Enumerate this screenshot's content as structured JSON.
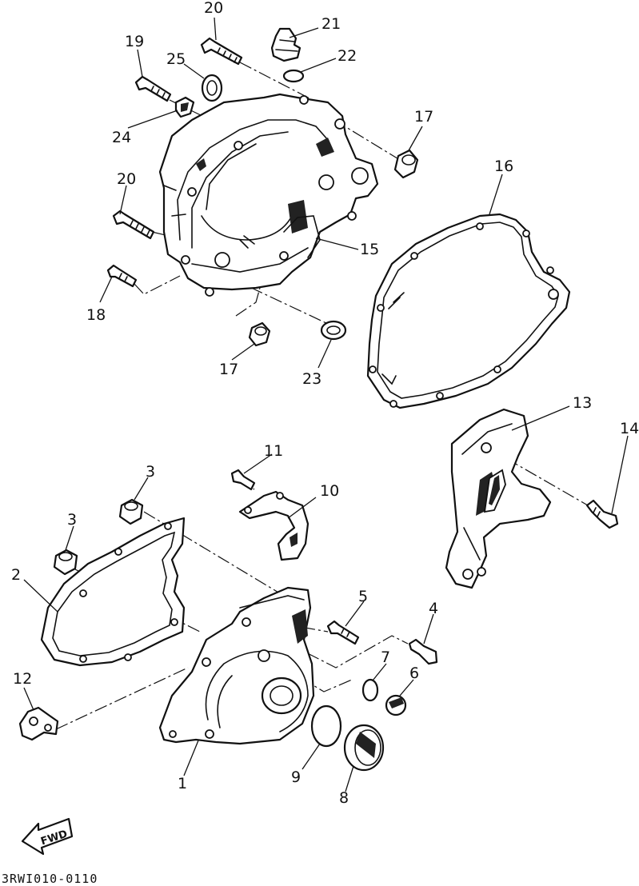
{
  "diagram": {
    "drawing_code": "3RWI010-0110",
    "direction_label": "FWD",
    "callouts": [
      {
        "id": "c20a",
        "text": "20"
      },
      {
        "id": "c21",
        "text": "21"
      },
      {
        "id": "c22",
        "text": "22"
      },
      {
        "id": "c19",
        "text": "19"
      },
      {
        "id": "c25",
        "text": "25"
      },
      {
        "id": "c24",
        "text": "24"
      },
      {
        "id": "c17a",
        "text": "17"
      },
      {
        "id": "c16",
        "text": "16"
      },
      {
        "id": "c20b",
        "text": "20"
      },
      {
        "id": "c15",
        "text": "15"
      },
      {
        "id": "c18",
        "text": "18"
      },
      {
        "id": "c17b",
        "text": "17"
      },
      {
        "id": "c23",
        "text": "23"
      },
      {
        "id": "c13",
        "text": "13"
      },
      {
        "id": "c14",
        "text": "14"
      },
      {
        "id": "c11",
        "text": "11"
      },
      {
        "id": "c3a",
        "text": "3"
      },
      {
        "id": "c10",
        "text": "10"
      },
      {
        "id": "c3b",
        "text": "3"
      },
      {
        "id": "c2",
        "text": "2"
      },
      {
        "id": "c5",
        "text": "5"
      },
      {
        "id": "c4",
        "text": "4"
      },
      {
        "id": "c7",
        "text": "7"
      },
      {
        "id": "c6",
        "text": "6"
      },
      {
        "id": "c12",
        "text": "12"
      },
      {
        "id": "c9",
        "text": "9"
      },
      {
        "id": "c8",
        "text": "8"
      },
      {
        "id": "c1",
        "text": "1"
      }
    ]
  }
}
